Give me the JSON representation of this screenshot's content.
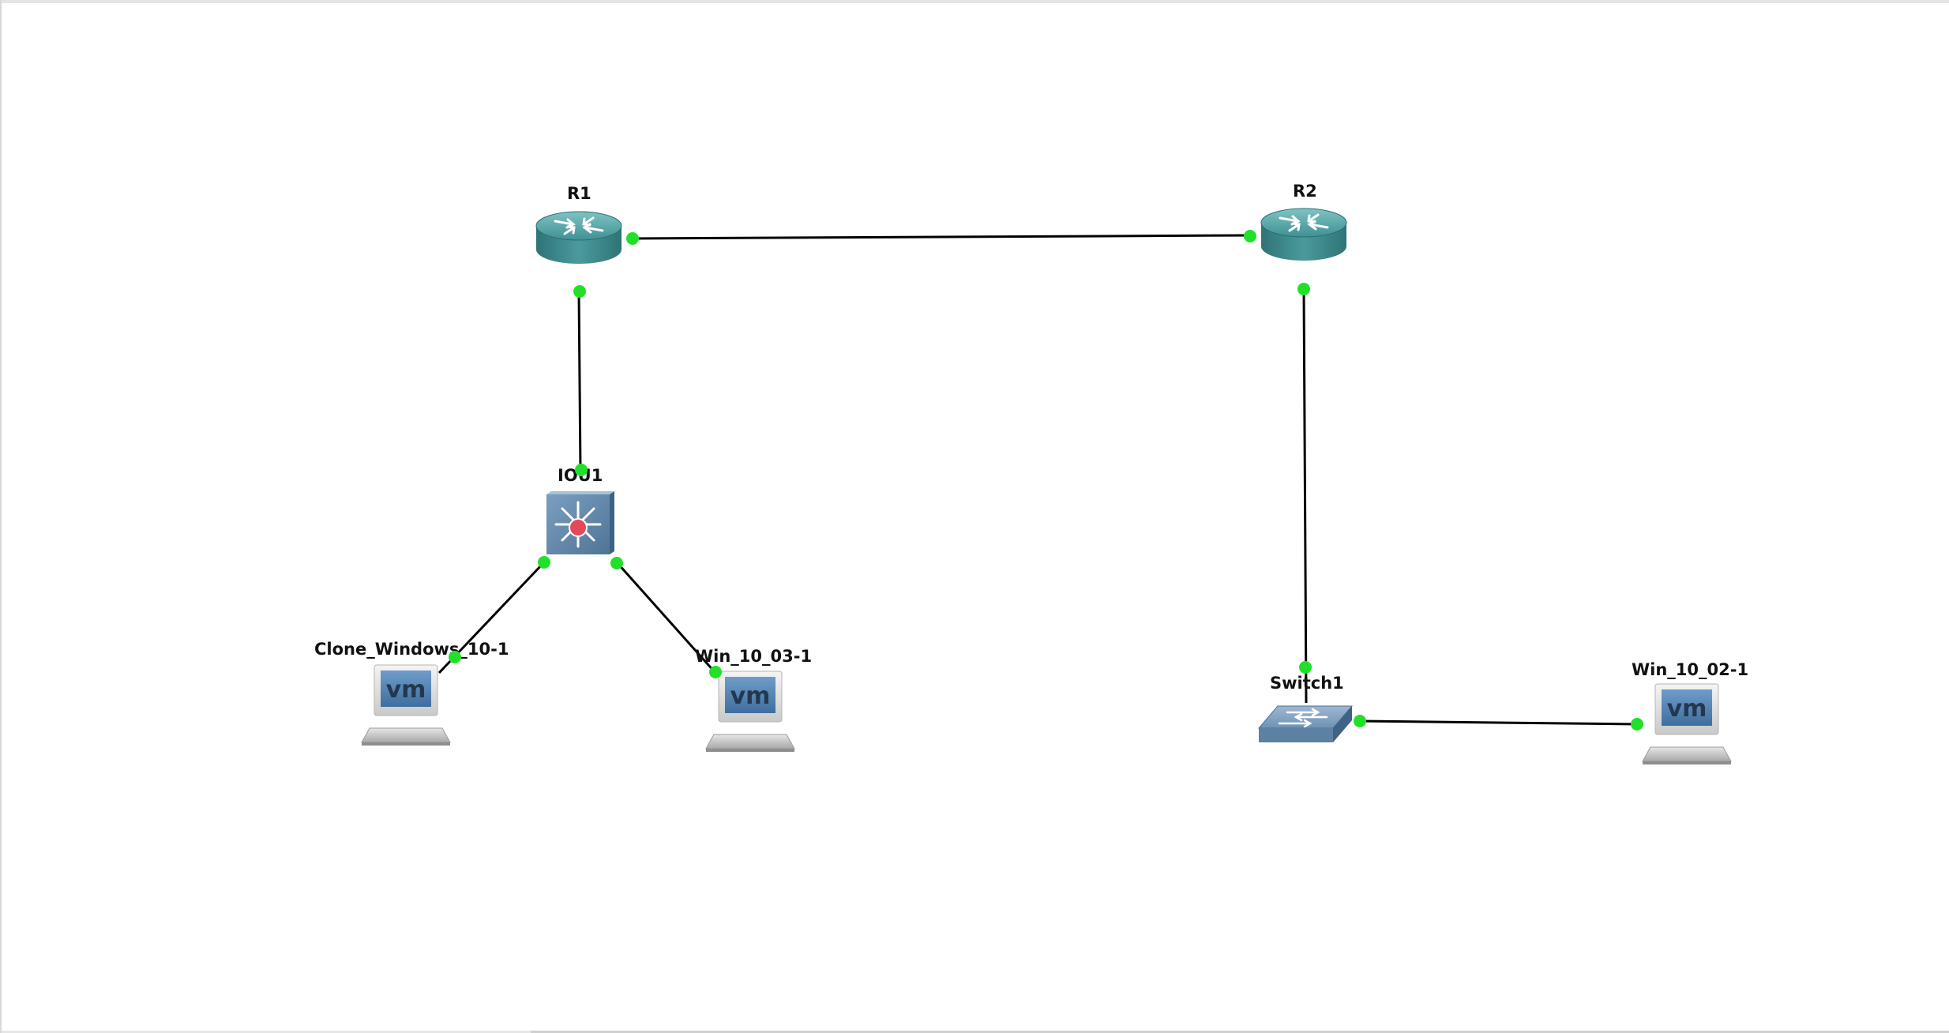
{
  "topology": {
    "nodes": [
      {
        "id": "R1",
        "label": "R1",
        "type": "router",
        "icon": "router-icon"
      },
      {
        "id": "R2",
        "label": "R2",
        "type": "router",
        "icon": "router-icon"
      },
      {
        "id": "IOU1",
        "label": "IOU1",
        "type": "multilayer-switch",
        "icon": "multilayer-switch-icon"
      },
      {
        "id": "Switch1",
        "label": "Switch1",
        "type": "ethernet-switch",
        "icon": "ethernet-switch-icon"
      },
      {
        "id": "Clone_Windows_10-1",
        "label": "Clone_Windows_10-1",
        "type": "vm",
        "icon": "vmware-vm-icon",
        "screen_text": "vm"
      },
      {
        "id": "Win_10_03-1",
        "label": "Win_10_03-1",
        "type": "vm",
        "icon": "vmware-vm-icon",
        "screen_text": "vm"
      },
      {
        "id": "Win_10_02-1",
        "label": "Win_10_02-1",
        "type": "vm",
        "icon": "vmware-vm-icon",
        "screen_text": "vm"
      }
    ],
    "links": [
      {
        "from": "R1",
        "to": "R2",
        "status": "up"
      },
      {
        "from": "R1",
        "to": "IOU1",
        "status": "up"
      },
      {
        "from": "IOU1",
        "to": "Clone_Windows_10-1",
        "status": "up"
      },
      {
        "from": "IOU1",
        "to": "Win_10_03-1",
        "status": "up"
      },
      {
        "from": "R2",
        "to": "Switch1",
        "status": "up"
      },
      {
        "from": "Switch1",
        "to": "Win_10_02-1",
        "status": "up"
      }
    ],
    "colors": {
      "link": "#000000",
      "port_up": "#22e02a",
      "router": "#3f8f91",
      "switch": "#5f85a8",
      "vm_screen": "#4f80b4"
    }
  }
}
